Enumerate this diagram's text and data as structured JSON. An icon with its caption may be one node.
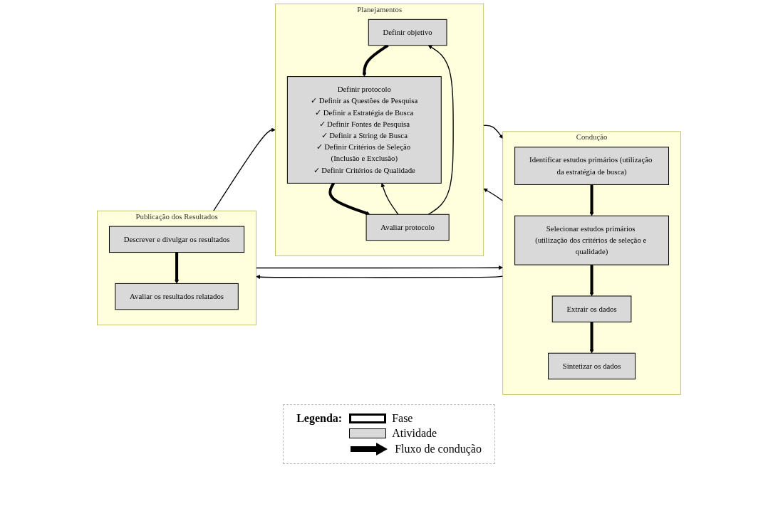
{
  "diagram": {
    "nodes": [
      {
        "text": [
          "Planejamentos"
        ]
      },
      {
        "text": [
          "Definir objetivo"
        ],
        "in": 0
      },
      {
        "text": [
          "Definir protocolo",
          "✓ Definir as Questões de Pesquisa",
          "✓ Definir a Estratégia de Busca",
          "✓ Definir Fontes de Pesquisa",
          "✓ Definir a String de Busca",
          "✓ Definir Critérios de Seleção (Inclusão e Exclusão)",
          "✓ Definir Critérios de Qualidade"
        ],
        "in": 0
      },
      {
        "text": [
          "Avaliar protocolo"
        ],
        "in": 0
      },
      {
        "text": [
          "Condução"
        ]
      },
      {
        "text": [
          "Identificar estudos primários (utilização da estratégia de busca)"
        ],
        "in": 4
      },
      {
        "text": [
          "Selecionar estudos primários (utilização dos critérios de seleção e qualidade)"
        ],
        "in": 4
      },
      {
        "text": [
          "Extrair os dados"
        ],
        "in": 4
      },
      {
        "text": [
          "Sintetizar os dados"
        ],
        "in": 4
      },
      {
        "text": [
          "Publicação dos Resultados"
        ]
      },
      {
        "text": [
          "Descrever e divulgar os resultados"
        ],
        "in": 9
      },
      {
        "text": [
          "Avaliar os resultados relatados"
        ],
        "in": 9
      }
    ],
    "edges": [
      {
        "from": 1,
        "to": 2,
        "arrow": "to",
        "style": "thick"
      },
      {
        "from": 2,
        "to": 3,
        "arrow": "to",
        "style": "thick"
      },
      {
        "from": 3,
        "to": 1,
        "arrow": "to"
      },
      {
        "from": 3,
        "to": 2,
        "arrow": "to"
      },
      {
        "from": 0,
        "to": 4,
        "arrow": "to"
      },
      {
        "from": 4,
        "to": 9,
        "arrow": "to"
      },
      {
        "from": 5,
        "to": 6,
        "arrow": "to",
        "style": "thick"
      },
      {
        "from": 6,
        "to": 7,
        "arrow": "to",
        "style": "thick"
      },
      {
        "from": 7,
        "to": 8,
        "arrow": "to",
        "style": "thick"
      },
      {
        "from": 10,
        "to": 11,
        "arrow": "to",
        "style": "thick"
      },
      {
        "from": 9,
        "to": 0,
        "arrow": "to"
      },
      {
        "from": 9,
        "to": 4,
        "arrow": "to"
      },
      {
        "from": 4,
        "to": 0,
        "arrow": "to"
      }
    ],
    "labels": [
      "Legenda:"
    ],
    "legend": [
      {
        "text": "Fase"
      },
      {
        "text": "Atividade",
        "color": "#d9d9d9"
      },
      {
        "text": "Fluxo de condução"
      }
    ]
  }
}
